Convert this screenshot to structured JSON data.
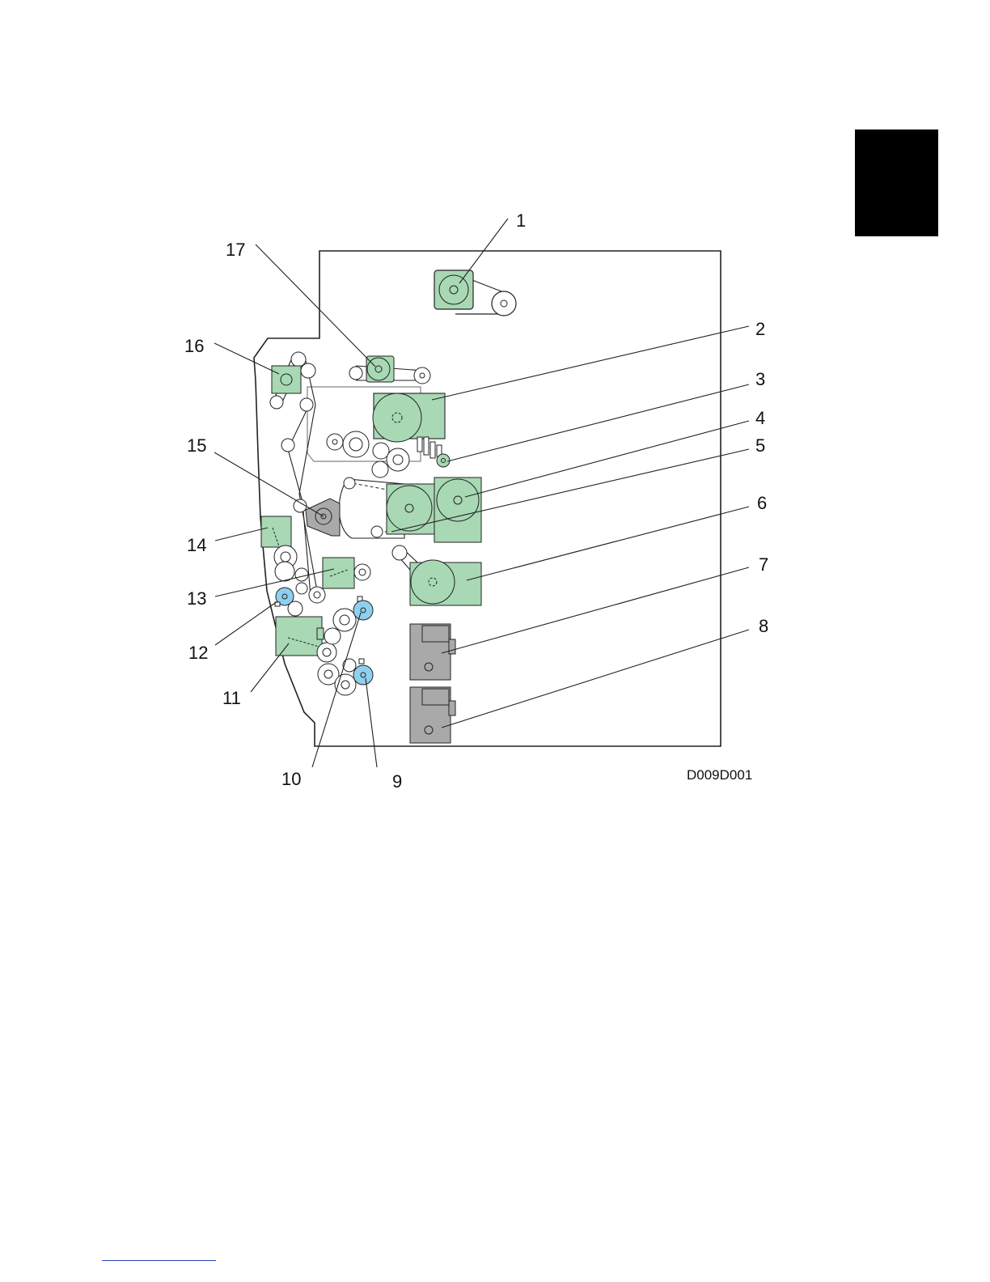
{
  "colors": {
    "motor_green": "#a8d8b4",
    "sensor_blue": "#8fd0ee",
    "solenoid_gray": "#a9a9a9",
    "line": "#222222",
    "tab": "#000000"
  },
  "figure": {
    "id": "D009D001",
    "callouts": [
      "1",
      "2",
      "3",
      "4",
      "5",
      "6",
      "7",
      "8",
      "9",
      "10",
      "11",
      "12",
      "13",
      "14",
      "15",
      "16",
      "17"
    ]
  }
}
